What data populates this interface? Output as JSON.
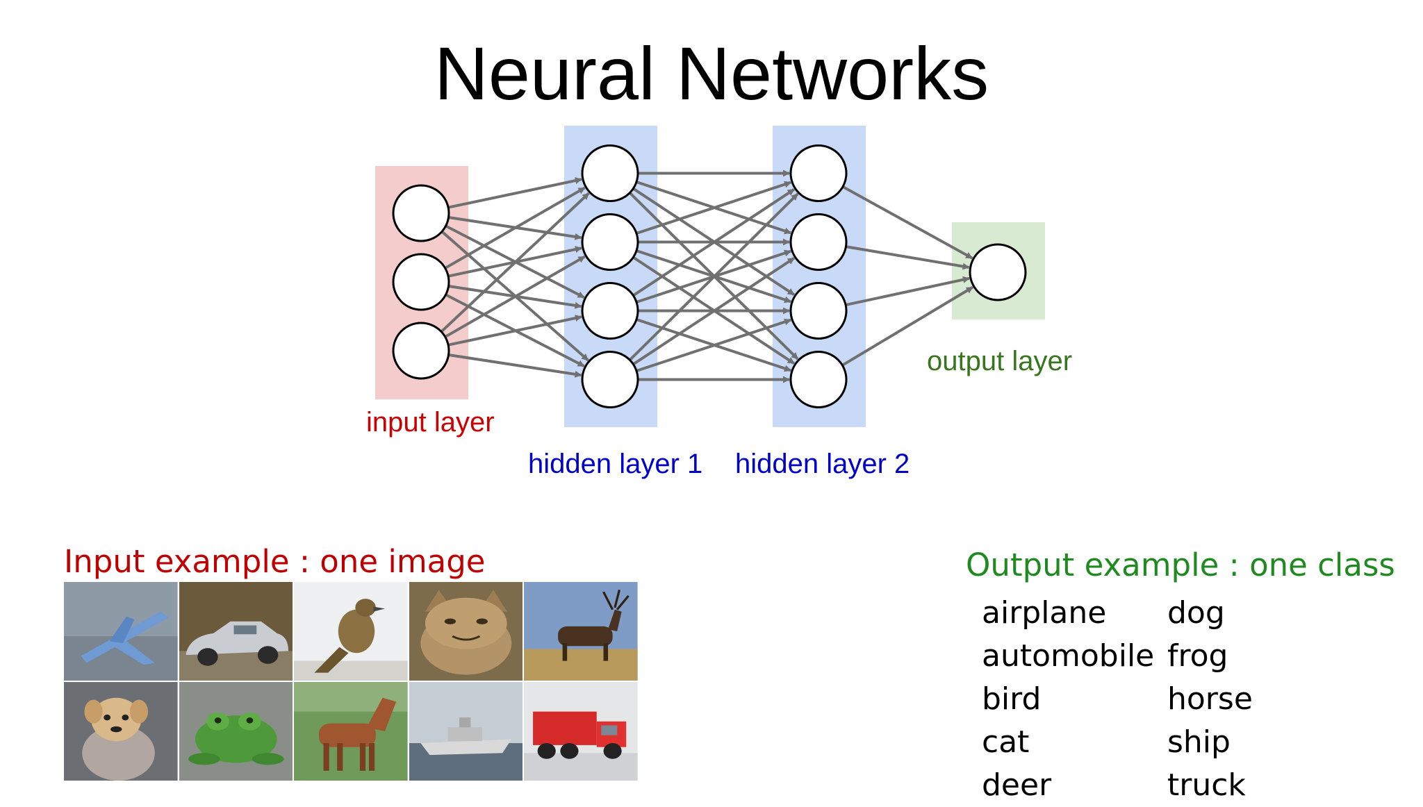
{
  "title": "Neural Networks",
  "diagram": {
    "input_label": "input layer",
    "hidden1_label": "hidden layer 1",
    "hidden2_label": "hidden layer 2",
    "output_label": "output layer",
    "layer_sizes": [
      3,
      4,
      4,
      1
    ],
    "colors": {
      "input_bg": "#f4cccc",
      "hidden_bg": "#c9daf8",
      "output_bg": "#d9ead3",
      "input_text": "#cc0000",
      "hidden_text": "#0000cc",
      "output_text": "#38761d",
      "edge": "#707070"
    }
  },
  "input_example": {
    "caption": "Input example : one image",
    "images": [
      "airplane",
      "automobile",
      "bird",
      "cat",
      "deer",
      "dog",
      "frog",
      "horse",
      "ship",
      "truck"
    ]
  },
  "output_example": {
    "caption": "Output example : one class",
    "classes_col1": [
      "airplane",
      "automobile",
      "bird",
      "cat",
      "deer"
    ],
    "classes_col2": [
      "dog",
      "frog",
      "horse",
      "ship",
      "truck"
    ]
  }
}
